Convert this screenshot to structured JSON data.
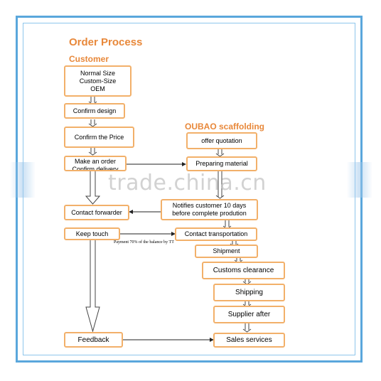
{
  "title": "Order Process",
  "customer_label": "Customer",
  "supplier_label": "OUBAO scaffolding",
  "left_steps": [
    {
      "id": "sizes",
      "text": "Normal Size\nCustom-Size\nOEM"
    },
    {
      "id": "confirm-design",
      "text": "Confirm design"
    },
    {
      "id": "confirm-price",
      "text": "Confirm the Price"
    },
    {
      "id": "make-order",
      "text": "Make an order\nConfirm delivery time"
    },
    {
      "id": "contact-forwarder",
      "text": "Contact forwarder"
    },
    {
      "id": "keep-touch",
      "text": "Keep touch"
    },
    {
      "id": "feedback",
      "text": "Feedback"
    }
  ],
  "right_steps": [
    {
      "id": "offer-quotation",
      "text": "offer quotation"
    },
    {
      "id": "preparing-material",
      "text": "Preparing material"
    },
    {
      "id": "notify-customer",
      "text": "Notifies customer 10 days\nbefore complete prodution"
    },
    {
      "id": "contact-transportation",
      "text": "Contact transportation"
    },
    {
      "id": "shipment",
      "text": "Shipment"
    },
    {
      "id": "customs-clearance",
      "text": "Customs  clearance"
    },
    {
      "id": "shipping",
      "text": "Shipping"
    },
    {
      "id": "supplier-after",
      "text": "Supplier after"
    },
    {
      "id": "sales-services",
      "text": "Sales services"
    }
  ],
  "payment_note": "Payment 70% of the balance by TT",
  "watermark": "trade.china.cn",
  "colors": {
    "frame": "#5aa7dc",
    "box_border": "#f2b06a",
    "heading": "#e8883a"
  }
}
